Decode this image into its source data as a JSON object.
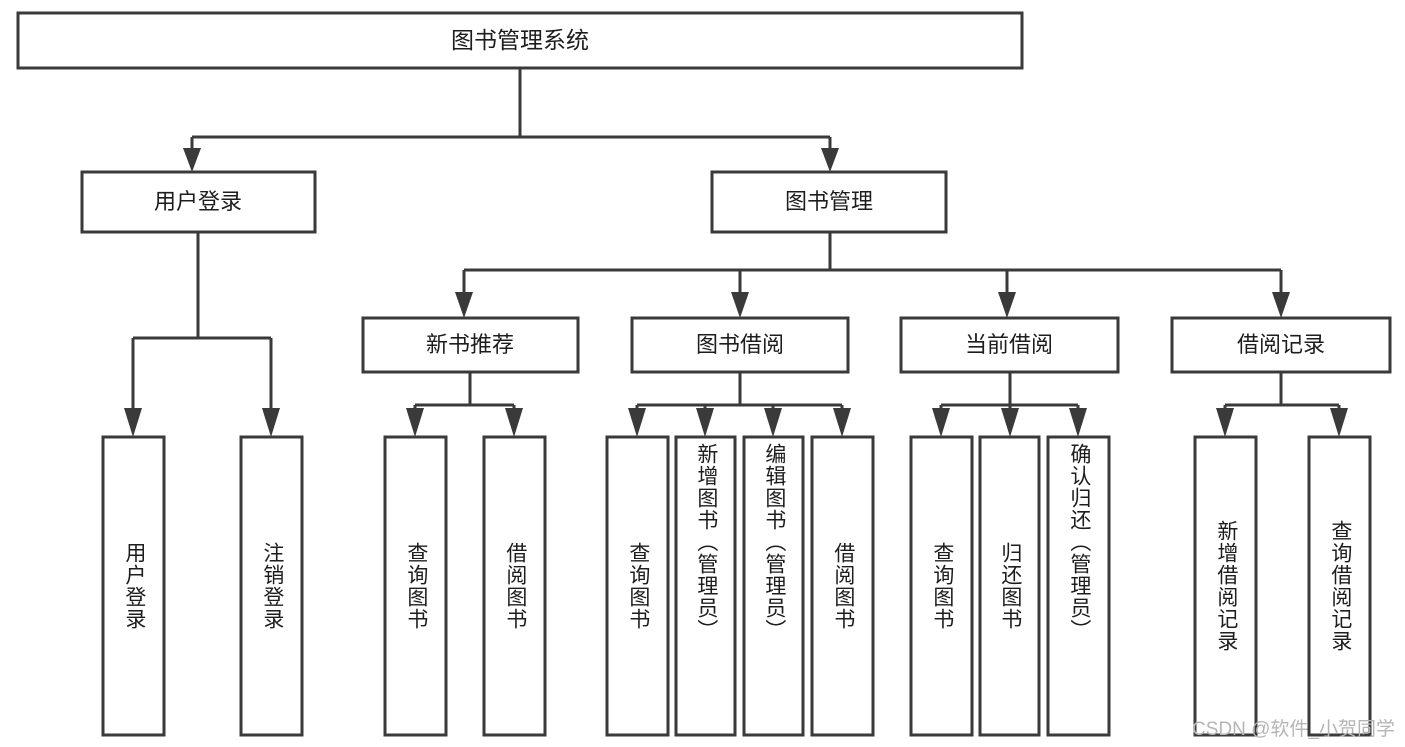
{
  "diagram": {
    "title": "图书管理系统",
    "type": "tree-hierarchy",
    "orientation": "top-down",
    "colors": {
      "stroke": "#3a3a3a",
      "fill": "#ffffff",
      "text": "#1d1d1d",
      "watermark": "#b5b5b5"
    },
    "root": {
      "label": "图书管理系统"
    },
    "level2": [
      {
        "label": "用户登录"
      },
      {
        "label": "图书管理"
      }
    ],
    "level3": [
      {
        "label": "新书推荐"
      },
      {
        "label": "图书借阅"
      },
      {
        "label": "当前借阅"
      },
      {
        "label": "借阅记录"
      }
    ],
    "leaves": {
      "user_login": [
        {
          "label": "用户登录"
        },
        {
          "label": "注销登录"
        }
      ],
      "new_book_recommend": [
        {
          "label": "查询图书"
        },
        {
          "label": "借阅图书"
        }
      ],
      "book_borrow": [
        {
          "label": "查询图书"
        },
        {
          "label": "新增图书（管理员）"
        },
        {
          "label": "编辑图书（管理员）"
        },
        {
          "label": "借阅图书"
        }
      ],
      "current_borrow": [
        {
          "label": "查询图书"
        },
        {
          "label": "归还图书"
        },
        {
          "label": "确认归还（管理员）"
        }
      ],
      "borrow_record": [
        {
          "label": "新增借阅记录"
        },
        {
          "label": "查询借阅记录"
        }
      ]
    },
    "watermark": "CSDN @软件_小贺同学"
  }
}
